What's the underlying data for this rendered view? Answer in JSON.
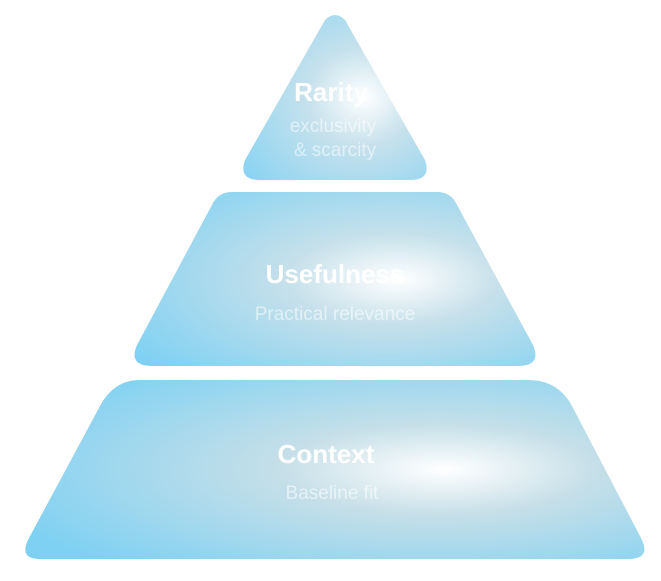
{
  "pyramid": {
    "tiers": [
      {
        "title": "Rarity",
        "subtitle_lines": [
          "exclusivity",
          "& scarcity"
        ]
      },
      {
        "title": "Usefulness",
        "subtitle_lines": [
          "Practical relevance"
        ]
      },
      {
        "title": "Context",
        "subtitle_lines": [
          "Baseline fit"
        ]
      }
    ],
    "colors": {
      "edge_blue": "#7fd1f3",
      "mid_blue": "#b7dcea",
      "highlight": "#ffffff",
      "text": "#ffffff"
    }
  }
}
